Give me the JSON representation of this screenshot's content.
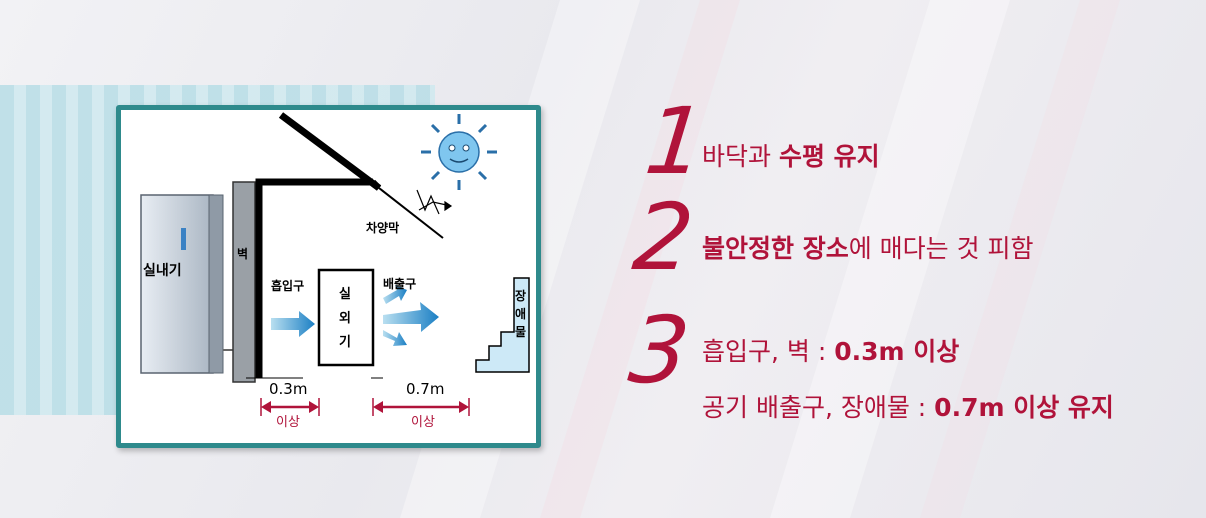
{
  "diagram": {
    "indoor_unit_label": "실내기",
    "wall_label": "벽",
    "awning_label": "차양막",
    "intake_label": "흡입구",
    "outdoor_unit_label_1": "실",
    "outdoor_unit_label_2": "외",
    "outdoor_unit_label_3": "기",
    "exhaust_label": "배출구",
    "obstacle_label_1": "장",
    "obstacle_label_2": "애",
    "obstacle_label_3": "물",
    "left_distance": "0.3m",
    "left_distance_note": "이상",
    "right_distance": "0.7m",
    "right_distance_note": "이상"
  },
  "items": [
    {
      "number": "1",
      "lines": [
        {
          "plain": "바닥과 ",
          "bold": "수평 유지",
          "tail": ""
        }
      ]
    },
    {
      "number": "2",
      "lines": [
        {
          "plain": "",
          "bold": "불안정한 장소",
          "tail": "에 매다는 것 피함"
        }
      ]
    },
    {
      "number": "3",
      "lines": [
        {
          "plain": "흡입구, 벽 : ",
          "bold": "0.3m 이상",
          "tail": ""
        },
        {
          "plain": "공기 배출구, 장애물 : ",
          "bold": "0.7m 이상 유지",
          "tail": ""
        }
      ]
    }
  ],
  "colors": {
    "accent": "#b0133a",
    "frame_border": "#2e8a8c",
    "stripe_blue": "#b7dde6"
  }
}
